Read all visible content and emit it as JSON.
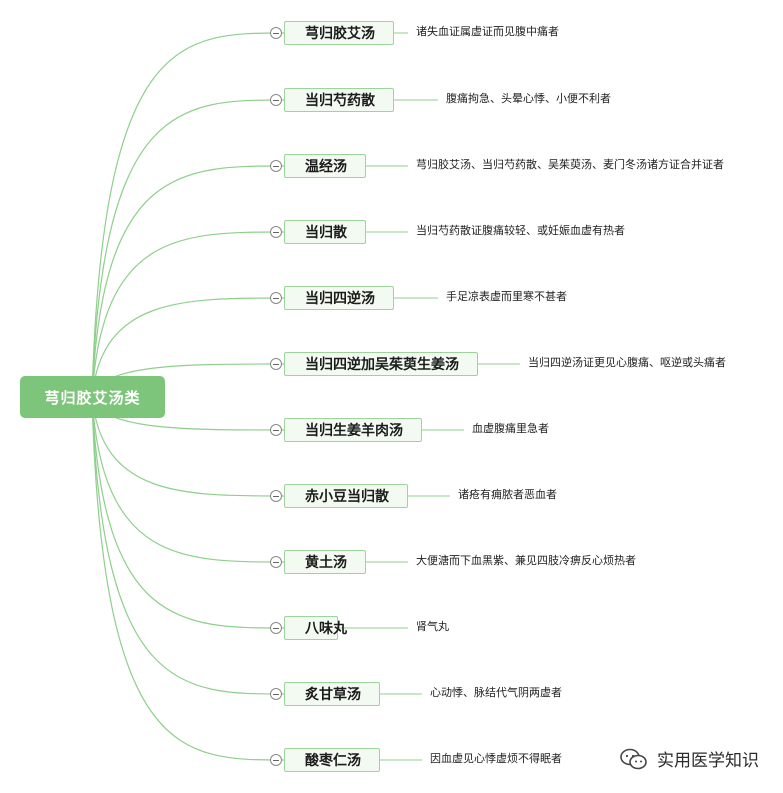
{
  "root": {
    "label": "芎归胶艾汤类"
  },
  "branches": [
    {
      "label": "芎归胶艾汤",
      "note": "诸失血证属虚证而见腹中痛者"
    },
    {
      "label": "当归芍药散",
      "note": "腹痛拘急、头晕心悸、小便不利者"
    },
    {
      "label": "温经汤",
      "note": "芎归胶艾汤、当归芍药散、吴茱萸汤、麦门冬汤诸方证合并证者"
    },
    {
      "label": "当归散",
      "note": "当归芍药散证腹痛较轻、或妊娠血虚有热者"
    },
    {
      "label": "当归四逆汤",
      "note": "手足凉表虚而里寒不甚者"
    },
    {
      "label": "当归四逆加吴茱萸生姜汤",
      "note": "当归四逆汤证更见心腹痛、呕逆或头痛者"
    },
    {
      "label": "当归生姜羊肉汤",
      "note": "血虚腹痛里急者"
    },
    {
      "label": "赤小豆当归散",
      "note": "诸疮有痈脓者恶血者"
    },
    {
      "label": "黄土汤",
      "note": "大便溏而下血黑紫、兼见四肢冷痹反心烦热者"
    },
    {
      "label": "八味丸",
      "note": "肾气丸"
    },
    {
      "label": "炙甘草汤",
      "note": "心动悸、脉结代气阴两虚者"
    },
    {
      "label": "酸枣仁汤",
      "note": "因血虚见心悸虚烦不得眠者"
    }
  ],
  "watermark": {
    "text": "实用医学知识",
    "icon": "wechat-icon"
  },
  "colors": {
    "accent": "#7cc57a",
    "line": "#8fcf8c"
  }
}
